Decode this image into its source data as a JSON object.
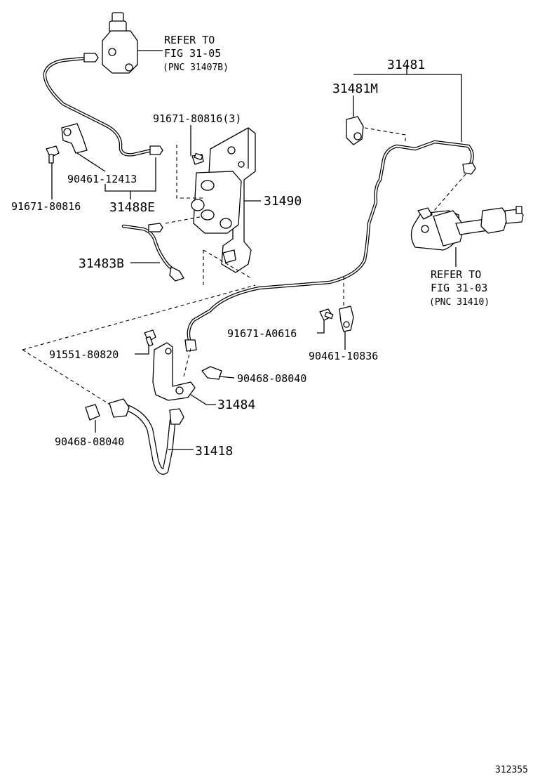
{
  "refer_top": {
    "line1": "REFER TO",
    "line2": "FIG 31-05",
    "line3": "(PNC 31407B)"
  },
  "refer_right": {
    "line1": "REFER TO",
    "line2": "FIG 31-03",
    "line3": "(PNC 31410)"
  },
  "parts": {
    "p31481": "31481",
    "p31481m": "31481M",
    "p91671_80816_3": "91671-80816(3)",
    "p90461_12413": "90461-12413",
    "p91671_80816": "91671-80816",
    "p31488e": "31488E",
    "p31490": "31490",
    "p31483b": "31483B",
    "p91671_a0616": "91671-A0616",
    "p90461_10836": "90461-10836",
    "p91551_80820": "91551-80820",
    "p90468_08040_a": "90468-08040",
    "p31484": "31484",
    "p90468_08040_b": "90468-08040",
    "p31418": "31418"
  },
  "diagram_id": "312355"
}
